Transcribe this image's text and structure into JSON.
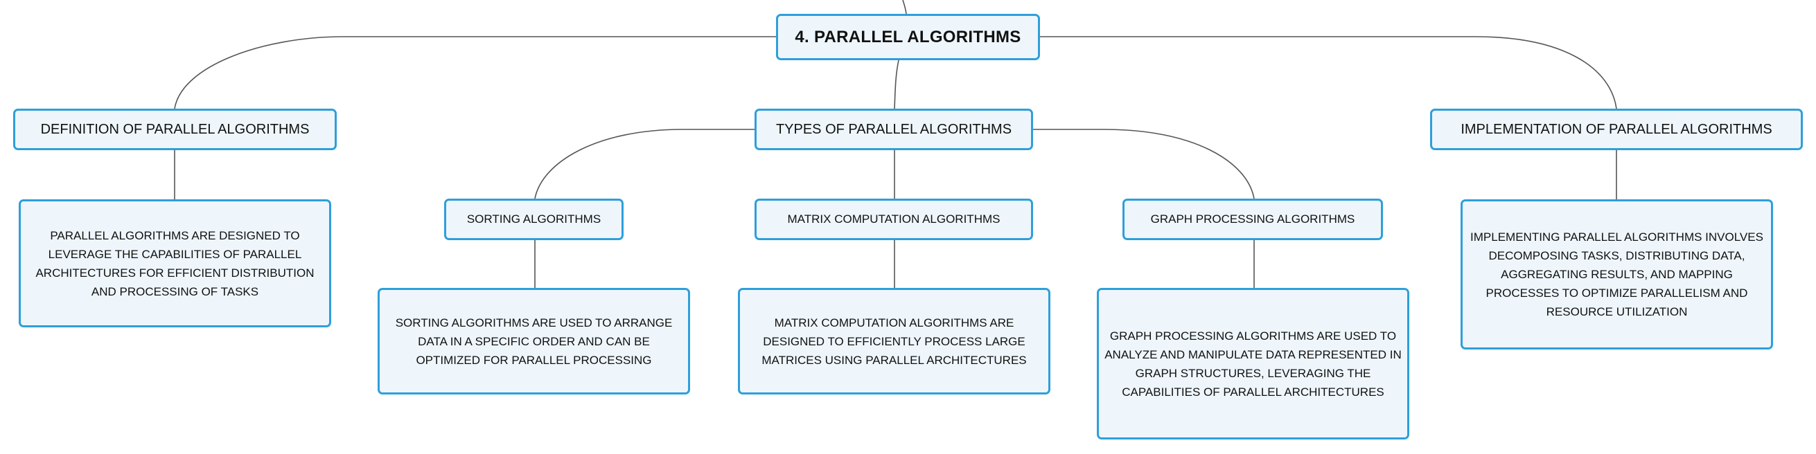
{
  "colors": {
    "node_border": "#2e9fda",
    "node_fill": "#eef6fc",
    "connector": "#555555",
    "text": "#111111"
  },
  "mindmap": {
    "root": {
      "label": "4. PARALLEL ALGORITHMS"
    },
    "definition": {
      "label": "DEFINITION OF PARALLEL ALGORITHMS",
      "description": "PARALLEL ALGORITHMS ARE DESIGNED TO LEVERAGE THE CAPABILITIES OF PARALLEL ARCHITECTURES FOR EFFICIENT DISTRIBUTION AND PROCESSING OF TASKS"
    },
    "types": {
      "label": "TYPES OF PARALLEL ALGORITHMS",
      "sorting": {
        "label": "SORTING ALGORITHMS",
        "description": "SORTING ALGORITHMS ARE USED TO ARRANGE DATA IN A SPECIFIC ORDER AND CAN BE OPTIMIZED FOR PARALLEL PROCESSING"
      },
      "matrix": {
        "label": "MATRIX COMPUTATION ALGORITHMS",
        "description": "MATRIX COMPUTATION ALGORITHMS ARE DESIGNED TO EFFICIENTLY PROCESS LARGE MATRICES USING PARALLEL ARCHITECTURES"
      },
      "graph": {
        "label": "GRAPH PROCESSING ALGORITHMS",
        "description": "GRAPH PROCESSING ALGORITHMS ARE USED TO ANALYZE AND MANIPULATE DATA REPRESENTED IN GRAPH STRUCTURES, LEVERAGING THE CAPABILITIES OF PARALLEL ARCHITECTURES"
      }
    },
    "implementation": {
      "label": "IMPLEMENTATION OF PARALLEL ALGORITHMS",
      "description": "IMPLEMENTING PARALLEL ALGORITHMS INVOLVES DECOMPOSING TASKS, DISTRIBUTING DATA, AGGREGATING RESULTS, AND MAPPING PROCESSES TO OPTIMIZE PARALLELISM AND RESOURCE UTILIZATION"
    }
  }
}
